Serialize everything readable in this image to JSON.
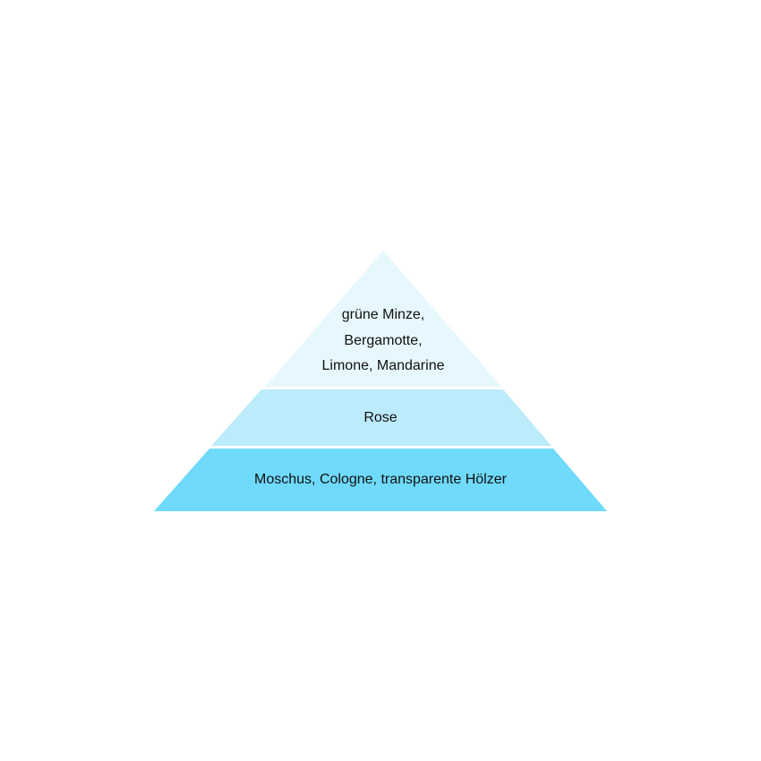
{
  "pyramid": {
    "top": {
      "lines": [
        "grüne Minze,",
        "Bergamotte,",
        "Limone, Mandarine"
      ],
      "color": "#E6F8FD"
    },
    "middle": {
      "lines": [
        "Rose"
      ],
      "color": "#BCEBFB"
    },
    "base": {
      "lines": [
        "Moschus, Cologne, transparente Hölzer"
      ],
      "color": "#6FDAFB"
    }
  }
}
